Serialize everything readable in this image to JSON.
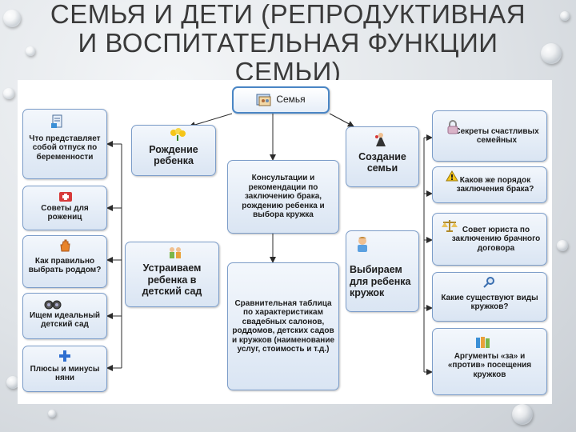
{
  "title": {
    "line1": "СЕМЬЯ И ДЕТИ (РЕПРОДУКТИВНАЯ",
    "line2": "И ВОСПИТАТЕЛЬНАЯ ФУНКЦИИ",
    "line3": "СЕМЬИ)"
  },
  "root": {
    "label": "Семья",
    "icon": "family-photo-icon"
  },
  "left_column": [
    {
      "label": "Что представляет собой отпуск по беременности",
      "icon": "document-icon"
    },
    {
      "label": "Советы для рожениц",
      "icon": "first-aid-kit-icon"
    },
    {
      "label": "Как правильно выбрать роддом?",
      "icon": "hand-icon"
    },
    {
      "label": "Ищем идеальный детский сад",
      "icon": "binoculars-icon"
    },
    {
      "label": "Плюсы и минусы няни",
      "icon": "cross-icon"
    }
  ],
  "branches": {
    "birth": {
      "label": "Рождение ребенка",
      "icon": "flowers-icon"
    },
    "kindergarten": {
      "label": "Устраиваем ребенка в детский сад",
      "icon": "children-icon"
    },
    "consult": {
      "label": "Консультации и рекомендации по заключению брака, рождению ребенка и выбора кружка"
    },
    "compare": {
      "label": "Сравнительная таблица по характеристикам свадебных салонов, роддомов, детских садов и кружков (наименование услуг, стоимость и т.д.)"
    },
    "family": {
      "label": "Создание семьи",
      "icon": "wedding-icon"
    },
    "club": {
      "label": "Выбираем для ребенка кружок",
      "icon": "kid-icon"
    }
  },
  "right_column": [
    {
      "label": "Секреты счастливых семейных",
      "icon": "lock-icon"
    },
    {
      "label": "Каков же порядок заключения брака?",
      "icon": "warning-icon"
    },
    {
      "label": "Совет юриста по заключению брачного договора",
      "icon": "scales-icon"
    },
    {
      "label": "Какие существуют виды кружков?",
      "icon": "magnifier-icon"
    },
    {
      "label": "Аргументы «за» и «против» посещения кружков",
      "icon": "books-icon"
    }
  ],
  "colors": {
    "box_border": "#7c9dc9",
    "box_fill": "#dae5f3",
    "line": "#2b2b2b",
    "root_border": "#4a86c5"
  }
}
